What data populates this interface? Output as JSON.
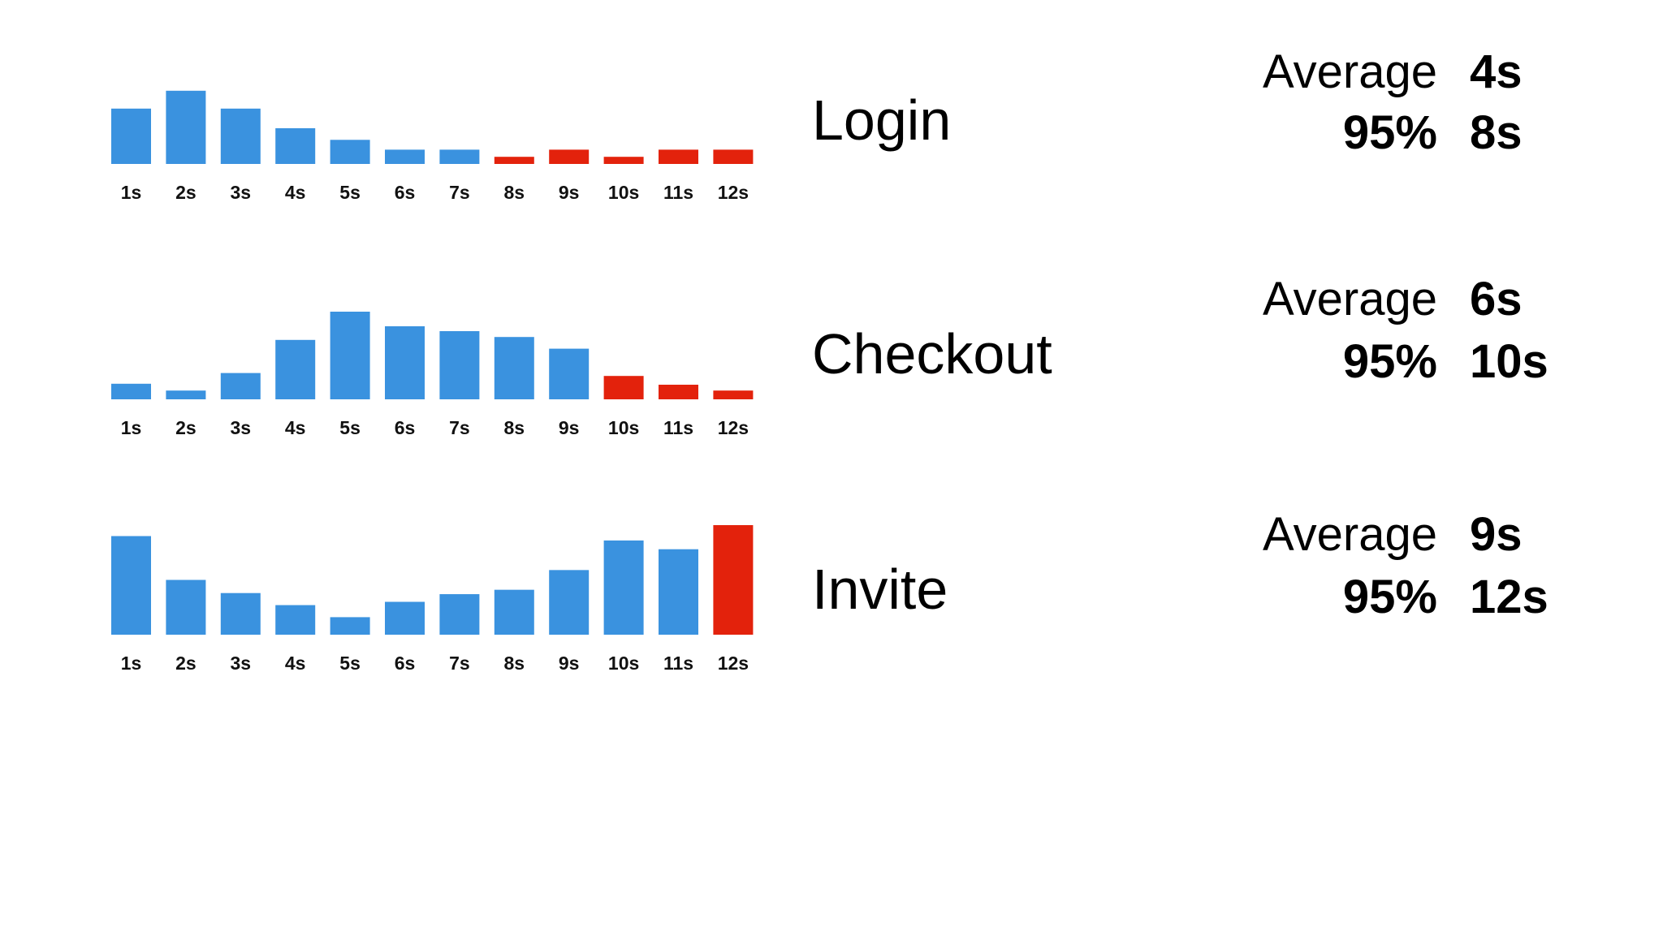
{
  "colors": {
    "normal": "#3a92df",
    "slow": "#e3220c"
  },
  "stats_labels": {
    "average": "Average",
    "percentile": "95%"
  },
  "chart_data": [
    {
      "type": "bar",
      "title": "Login",
      "categories": [
        "1s",
        "2s",
        "3s",
        "4s",
        "5s",
        "6s",
        "7s",
        "8s",
        "9s",
        "10s",
        "11s",
        "12s"
      ],
      "values": [
        6.2,
        8.2,
        6.2,
        4.0,
        2.7,
        1.6,
        1.6,
        0.8,
        1.6,
        0.8,
        1.6,
        1.6
      ],
      "highlight_from_index": 7,
      "ylim": [
        0,
        10
      ],
      "average": "4s",
      "p95": "8s"
    },
    {
      "type": "bar",
      "title": "Checkout",
      "categories": [
        "1s",
        "2s",
        "3s",
        "4s",
        "5s",
        "6s",
        "7s",
        "8s",
        "9s",
        "10s",
        "11s",
        "12s"
      ],
      "values": [
        1.6,
        0.9,
        2.7,
        6.1,
        9.0,
        7.5,
        7.0,
        6.4,
        5.2,
        2.4,
        1.5,
        0.9
      ],
      "highlight_from_index": 9,
      "ylim": [
        0,
        10
      ],
      "average": "6s",
      "p95": "10s"
    },
    {
      "type": "bar",
      "title": "Invite",
      "categories": [
        "1s",
        "2s",
        "3s",
        "4s",
        "5s",
        "6s",
        "7s",
        "8s",
        "9s",
        "10s",
        "11s",
        "12s"
      ],
      "values": [
        9.0,
        5.0,
        3.8,
        2.7,
        1.6,
        3.0,
        3.7,
        4.1,
        5.9,
        8.6,
        7.8,
        10.0
      ],
      "highlight_from_index": 11,
      "ylim": [
        0,
        10
      ],
      "average": "9s",
      "p95": "12s"
    }
  ]
}
